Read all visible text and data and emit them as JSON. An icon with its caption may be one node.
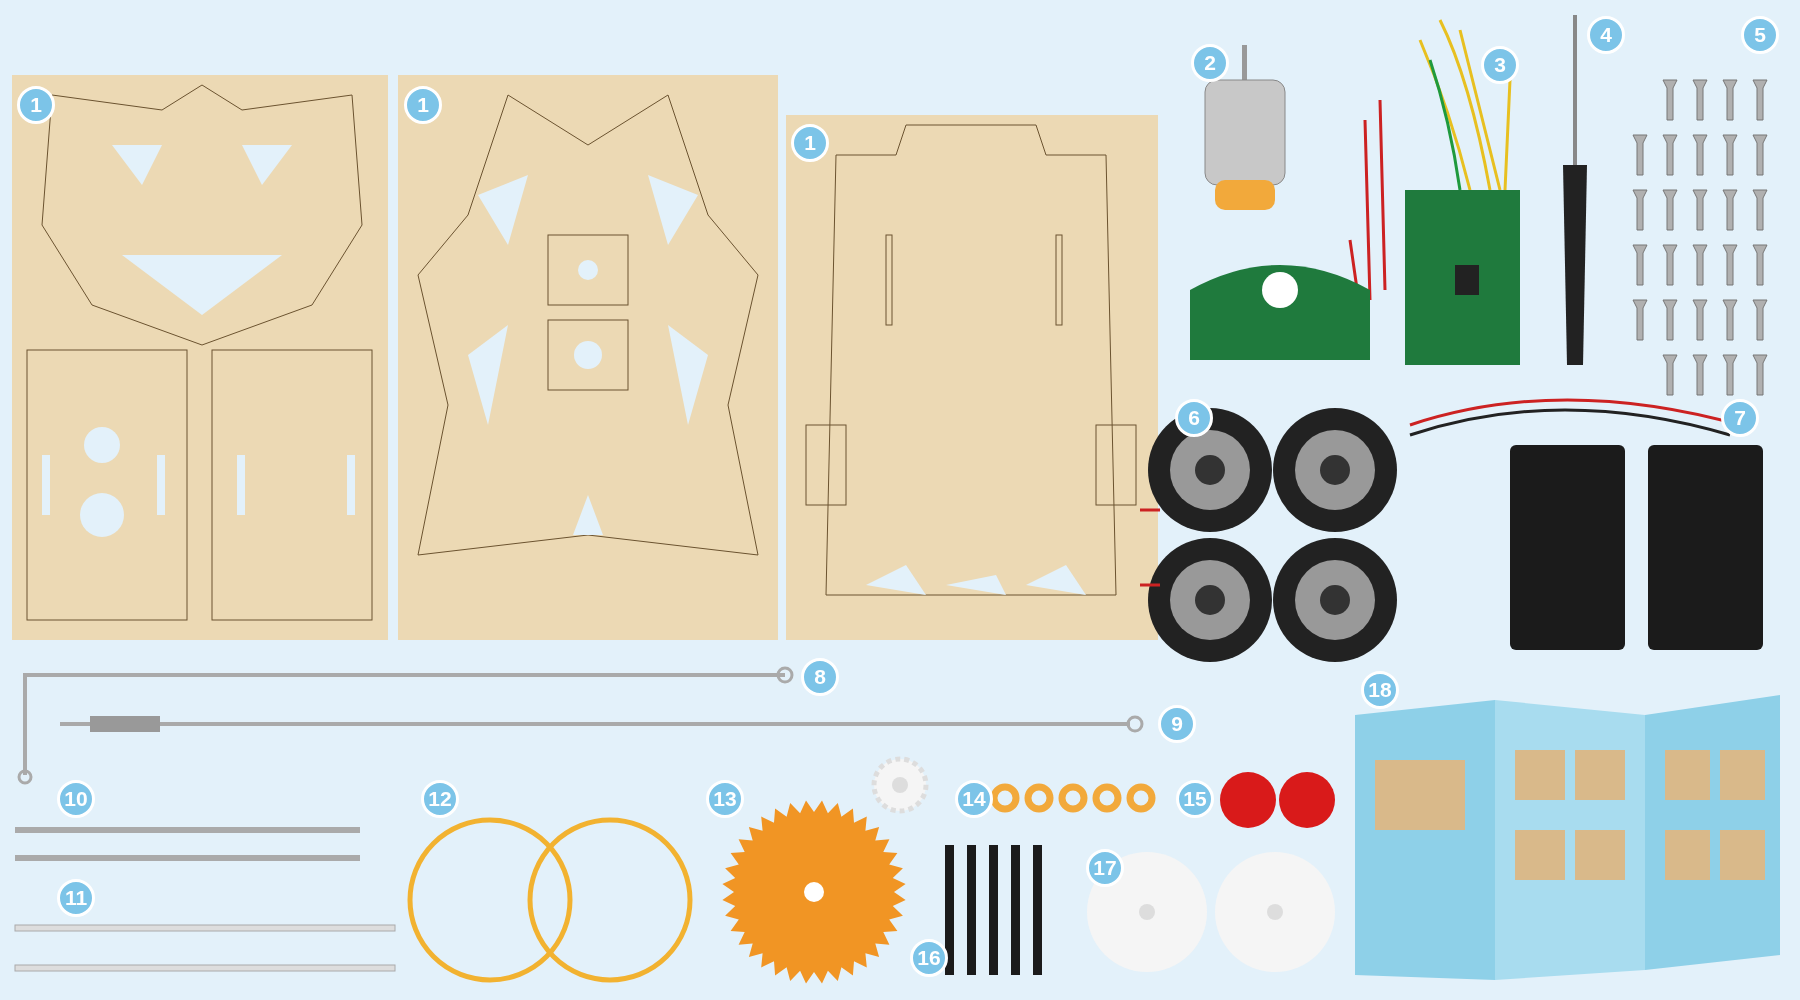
{
  "diagram": {
    "labels": [
      "1",
      "1",
      "1",
      "2",
      "3",
      "4",
      "5",
      "6",
      "7",
      "8",
      "9",
      "10",
      "11",
      "12",
      "13",
      "14",
      "15",
      "16",
      "17",
      "18"
    ]
  }
}
